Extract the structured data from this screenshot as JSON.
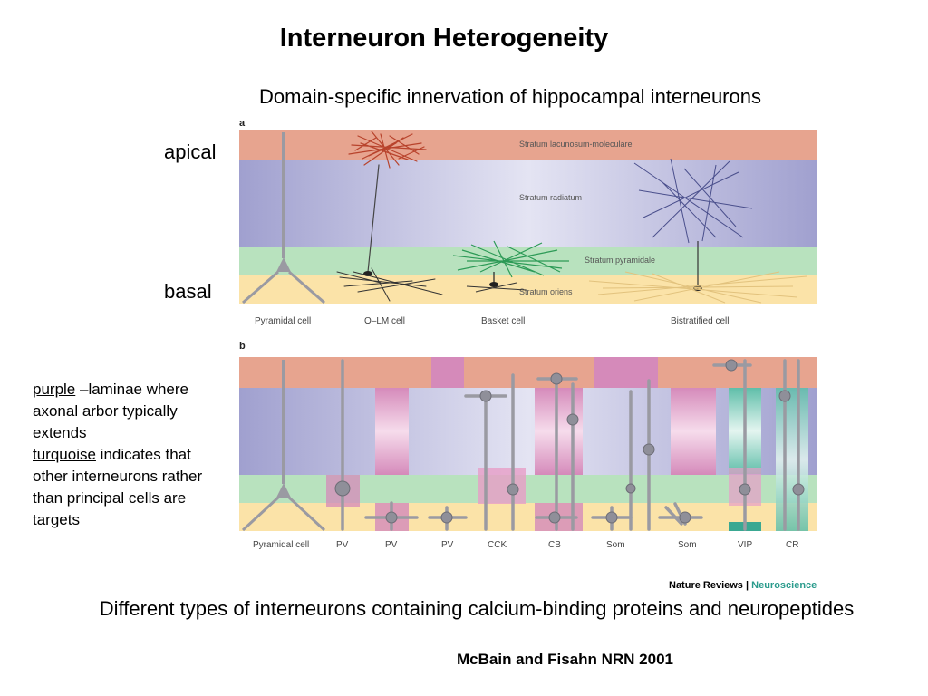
{
  "title": "Interneuron Heterogeneity",
  "subtitle": "Domain-specific innervation of hippocampal interneurons",
  "labels": {
    "apical": "apical",
    "basal": "basal"
  },
  "legend": {
    "purple_word": "purple",
    "purple_text": " –laminae where axonal arbor typically extends",
    "turquoise_word": "turquoise",
    "turquoise_text": " indicates that other interneurons rather than principal cells are targets"
  },
  "panel_a": {
    "label": "a",
    "layers": [
      "Stratum lacunosum-moleculare",
      "Stratum radiatum",
      "Stratum pyramidale",
      "Stratum oriens"
    ],
    "cells": [
      "Pyramidal cell",
      "O–LM cell",
      "Basket cell",
      "Bistratified cell"
    ]
  },
  "panel_b": {
    "label": "b",
    "cells": [
      "Pyramidal cell",
      "PV",
      "PV",
      "PV",
      "CCK",
      "CB",
      "Som",
      "Som",
      "VIP",
      "CR"
    ]
  },
  "journal": {
    "name": "Nature Reviews",
    "separator": " | ",
    "section": "Neuroscience"
  },
  "caption": "Different types of interneurons containing calcium-binding proteins and neuropeptides",
  "citation": "McBain and Fisahn NRN 2001",
  "colors": {
    "slm": "#e7a48f",
    "radiatum": "#a7a7d2",
    "pyramidale": "#b8e2be",
    "oriens": "#fbe3a8",
    "axon_purple": "#d58aba",
    "turquoise": "#62c2ad"
  }
}
